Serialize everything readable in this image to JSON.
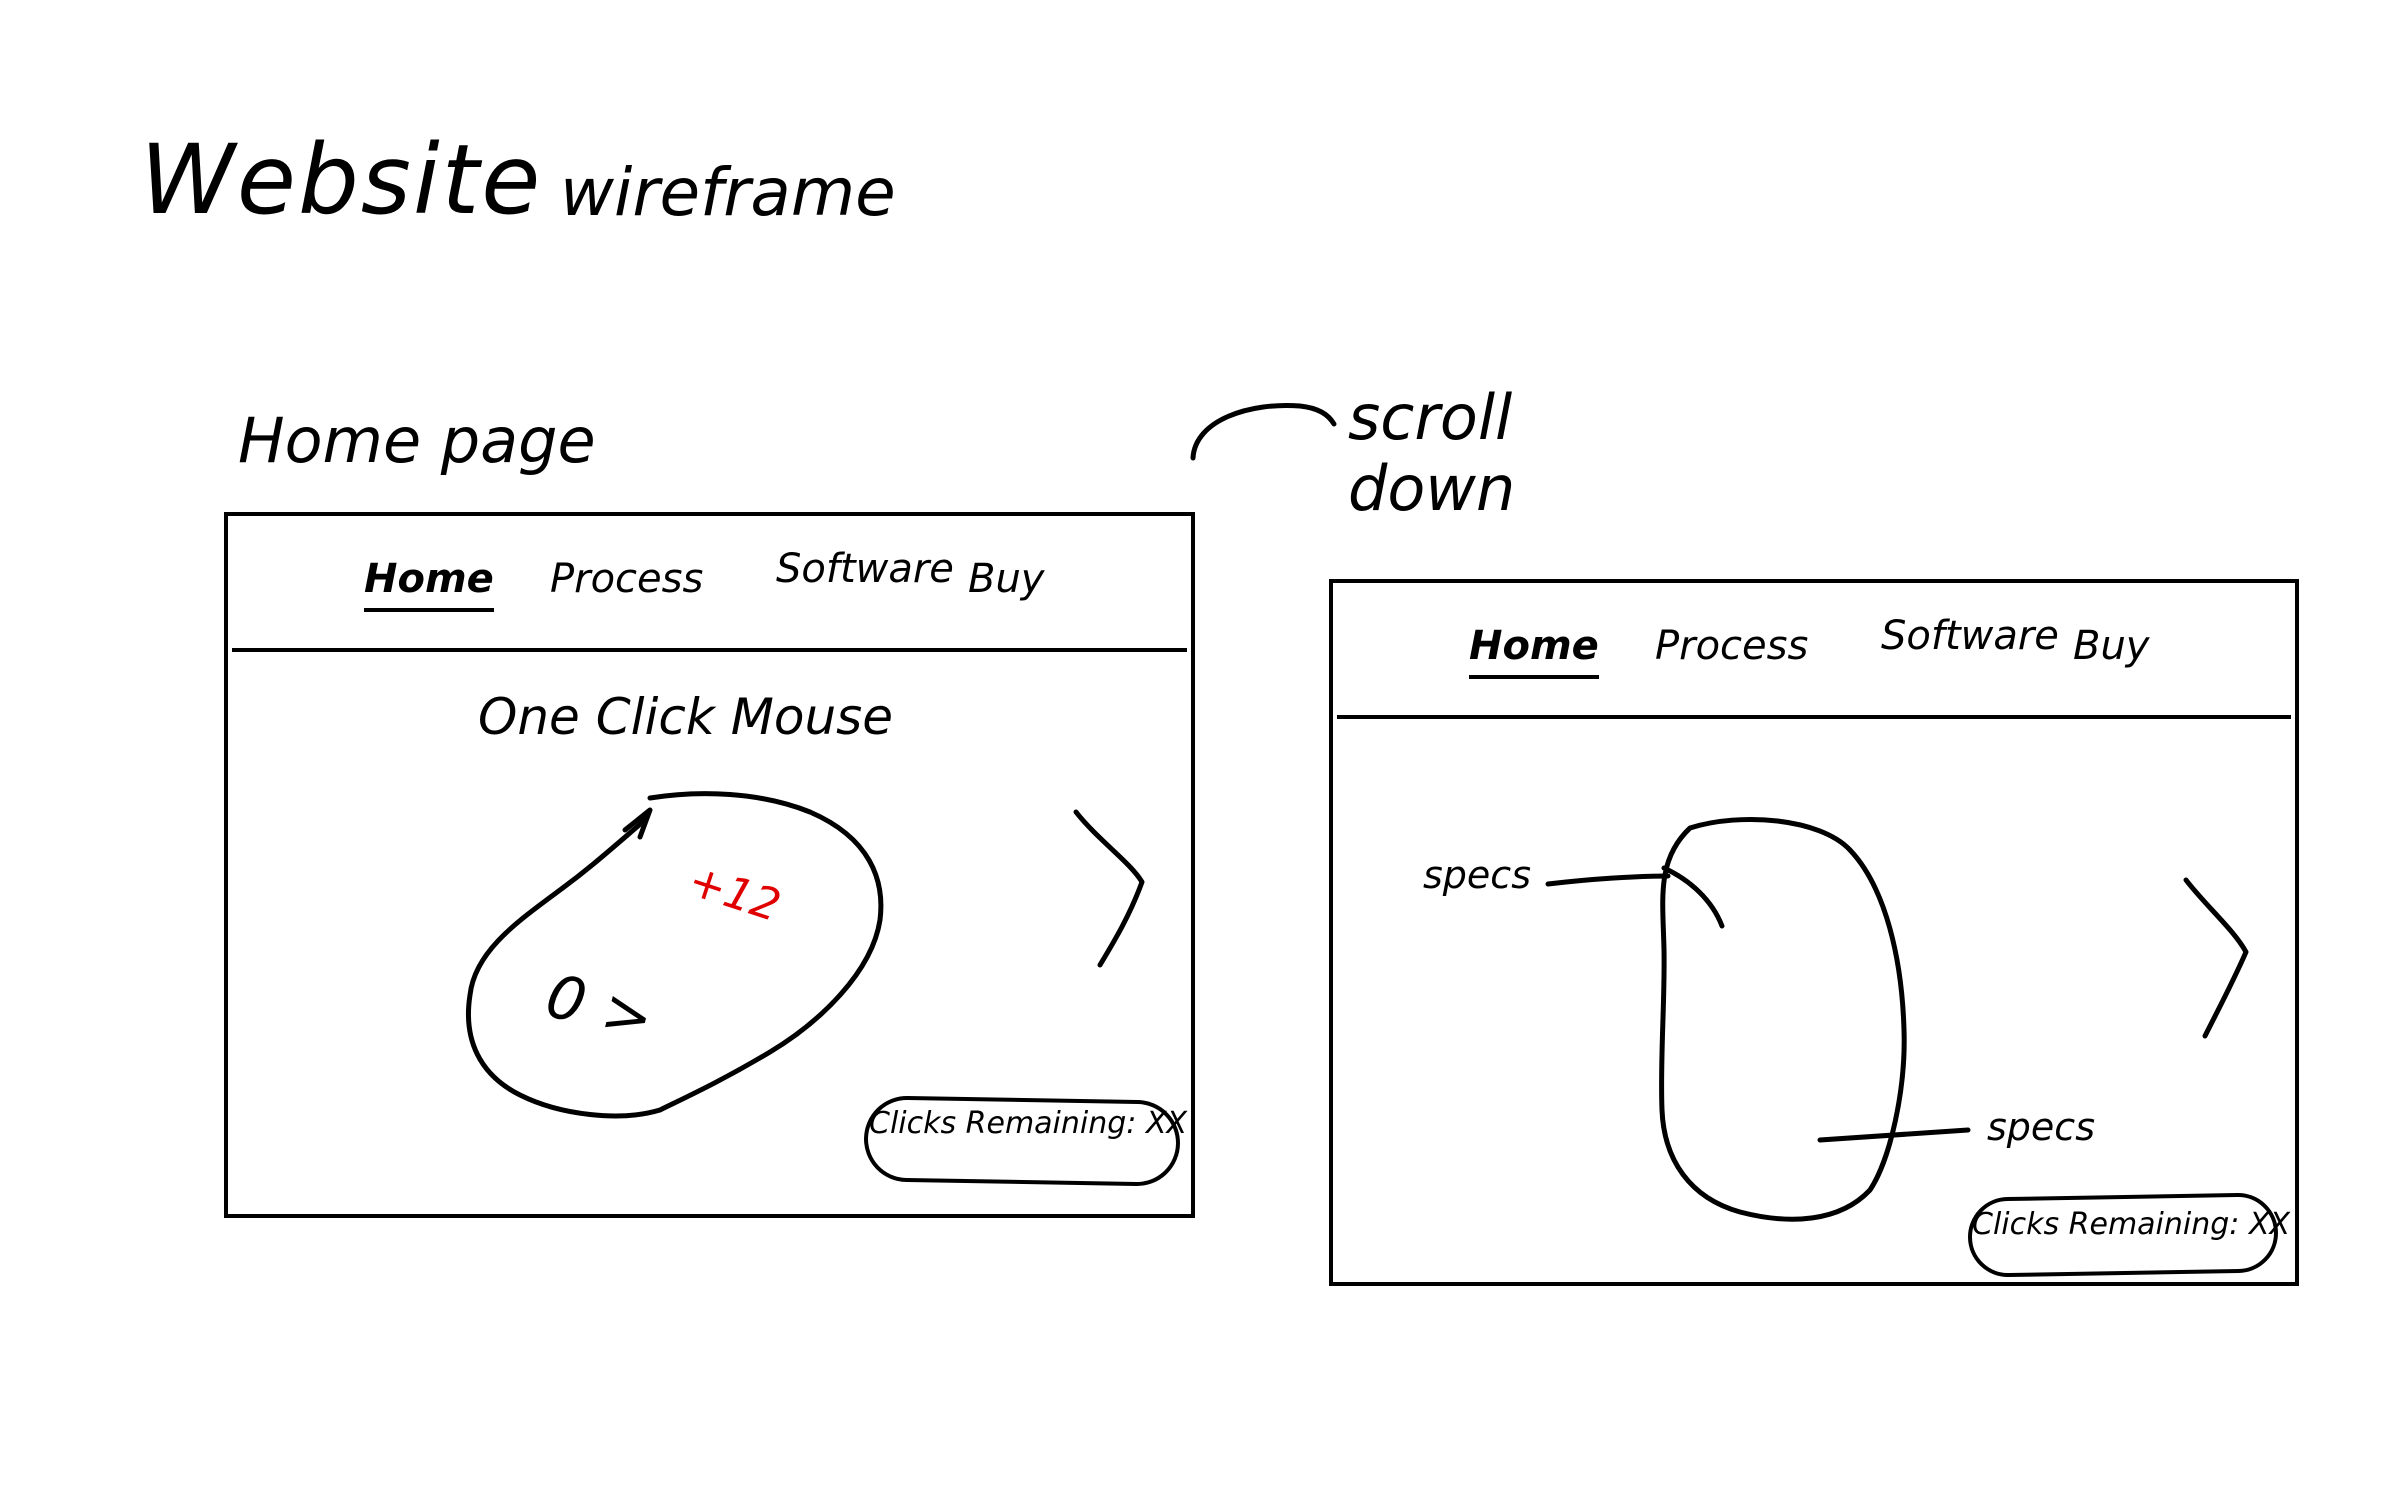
{
  "title": "Website",
  "subtitle": "wireframe",
  "home_page_label": "Home page",
  "scroll_label": {
    "line1": "scroll",
    "line2": "down"
  },
  "nav": {
    "home": "Home",
    "process": "Process",
    "software": "Software",
    "buy": "Buy"
  },
  "home_frame": {
    "hero_title": "One Click Mouse",
    "bonus": "+12",
    "mouse_text": "0 >",
    "counter": "Clicks Remaining: XX"
  },
  "scroll_frame": {
    "spec_left": "specs",
    "spec_right": "specs",
    "counter": "Clicks Remaining: XX"
  },
  "colors": {
    "ink": "#000000",
    "accent_red": "#e00000",
    "background": "#ffffff"
  },
  "icons": {
    "next_arrow": "chevron-right-icon",
    "mouse": "mouse-outline",
    "scroll_arrow": "curved-arrow-icon"
  }
}
